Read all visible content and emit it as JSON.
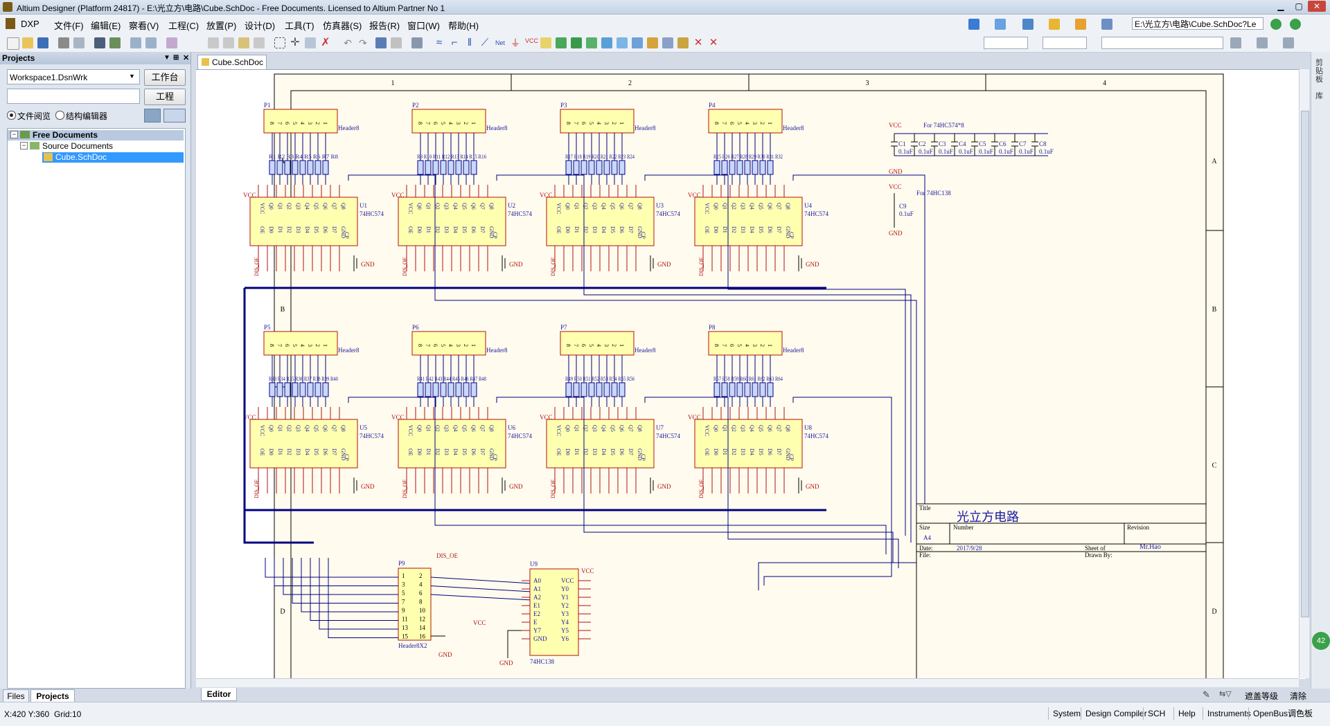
{
  "window": {
    "title": "Altium Designer (Platform 24817) - E:\\光立方\\电路\\Cube.SchDoc - Free Documents. Licensed to Altium Partner No 1"
  },
  "menu": [
    "DXP",
    "文件(F)",
    "编辑(E)",
    "察看(V)",
    "工程(C)",
    "放置(P)",
    "设计(D)",
    "工具(T)",
    "仿真器(S)",
    "报告(R)",
    "窗口(W)",
    "帮助(H)"
  ],
  "toolbar": {
    "path_combo": "E:\\光立方\\电路\\Cube.SchDoc?Le"
  },
  "projects_panel": {
    "title": "Projects",
    "workspace": "Workspace1.DsnWrk",
    "workbench_button": "工作台",
    "project_button": "工程",
    "radio_file_view": "文件阅览",
    "radio_struct_editor": "结构编辑器",
    "tree": {
      "root": "Free Documents",
      "folder": "Source Documents",
      "file": "Cube.SchDoc"
    },
    "tabs": [
      "Files",
      "Projects"
    ]
  },
  "doc_tab": "Cube.SchDoc",
  "editor_tab": "Editor",
  "schematic": {
    "columns": [
      "1",
      "2",
      "3",
      "4"
    ],
    "rows": [
      "A",
      "B",
      "C",
      "D"
    ],
    "connectors": [
      "P1",
      "P2",
      "P3",
      "P4",
      "P5",
      "P6",
      "P7",
      "P8"
    ],
    "connector_part": "Header8",
    "resistor_labels": [
      "R1 R2 R3 R4 R5 R6 R7 R8",
      "R9 R10 R11 R12 R13 R14 R15 R16",
      "R17 R18 R19 R20 R21 R22 R23 R24",
      "R25 R26 R27 R28 R29 R30 R31 R32",
      "R33 R34 R35 R36 R37 R38 R39 R40",
      "R41 R42 R43 R44 R45 R46 R47 R48",
      "R49 R50 R51 R52 R53 R54 R55 R56",
      "R57 R58 R59 R60 R61 R62 R63 R64"
    ],
    "latches": [
      "U1",
      "U2",
      "U3",
      "U4",
      "U5",
      "U6",
      "U7",
      "U8"
    ],
    "latch_part": "74HC574",
    "vcc": "VCC",
    "gnd": "GND",
    "caps": [
      "C1",
      "C2",
      "C3",
      "C4",
      "C5",
      "C6",
      "C7",
      "C8"
    ],
    "cap_value": "0.1uF",
    "cap_note": "For 74HC574*8",
    "c9": "C9",
    "c9_note": "For 74HC138",
    "p9": "P9",
    "p9_part": "Header8X2",
    "dis_oe": "DIS_OE",
    "u9": "U9",
    "u9_part": "74HC138",
    "title_block": {
      "title_label": "Title",
      "title": "光立方电路",
      "size_label": "Size",
      "size": "A4",
      "number_label": "Number",
      "revision_label": "Revision",
      "date_label": "Date:",
      "date": "2017/9/28",
      "sheet_label": "Sheet   of",
      "drawn": "Mr.Hao",
      "file_label": "File:",
      "drawn_label": "Drawn By:"
    }
  },
  "status": {
    "coords": "X:420 Y:360",
    "grid": "Grid:10",
    "tabs": [
      "System",
      "Design Compiler",
      "SCH",
      "Help",
      "Instruments",
      "OpenBus调色板"
    ],
    "mask": "遮盖等级",
    "clear": "清除"
  }
}
